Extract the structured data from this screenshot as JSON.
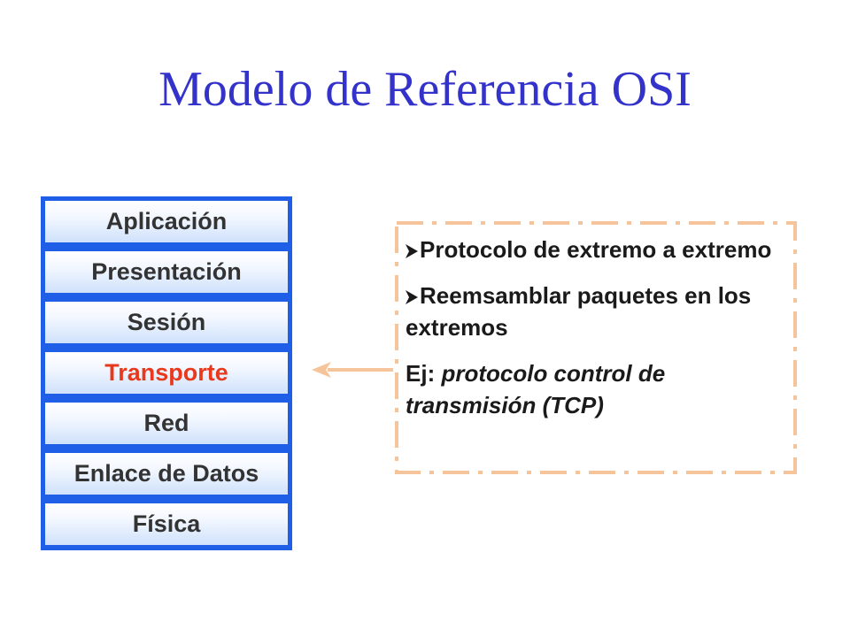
{
  "title": "Modelo de Referencia OSI",
  "layers": [
    {
      "label": "Aplicación"
    },
    {
      "label": "Presentación"
    },
    {
      "label": "Sesión"
    },
    {
      "label": "Transporte"
    },
    {
      "label": "Red"
    },
    {
      "label": "Enlace de Datos"
    },
    {
      "label": "Física"
    }
  ],
  "highlighted_layer": "Transporte",
  "info": {
    "bullets": [
      {
        "text": "Protocolo de extremo a extremo"
      },
      {
        "text": "Reemsamblar paquetes en los extremos"
      }
    ],
    "example_prefix": "Ej: ",
    "example_text": "protocolo control de transmisión (TCP)"
  },
  "colors": {
    "title": "#3333cc",
    "stack_border": "#1f5fe8",
    "highlight_text": "#e8391c",
    "dashed_border": "#f5c49a",
    "arrow": "#f5c49a",
    "bullet_icon": "#1a1a1a"
  },
  "icons": {
    "bullet": "arrowhead-bullet-icon",
    "connector": "left-arrow-icon"
  }
}
